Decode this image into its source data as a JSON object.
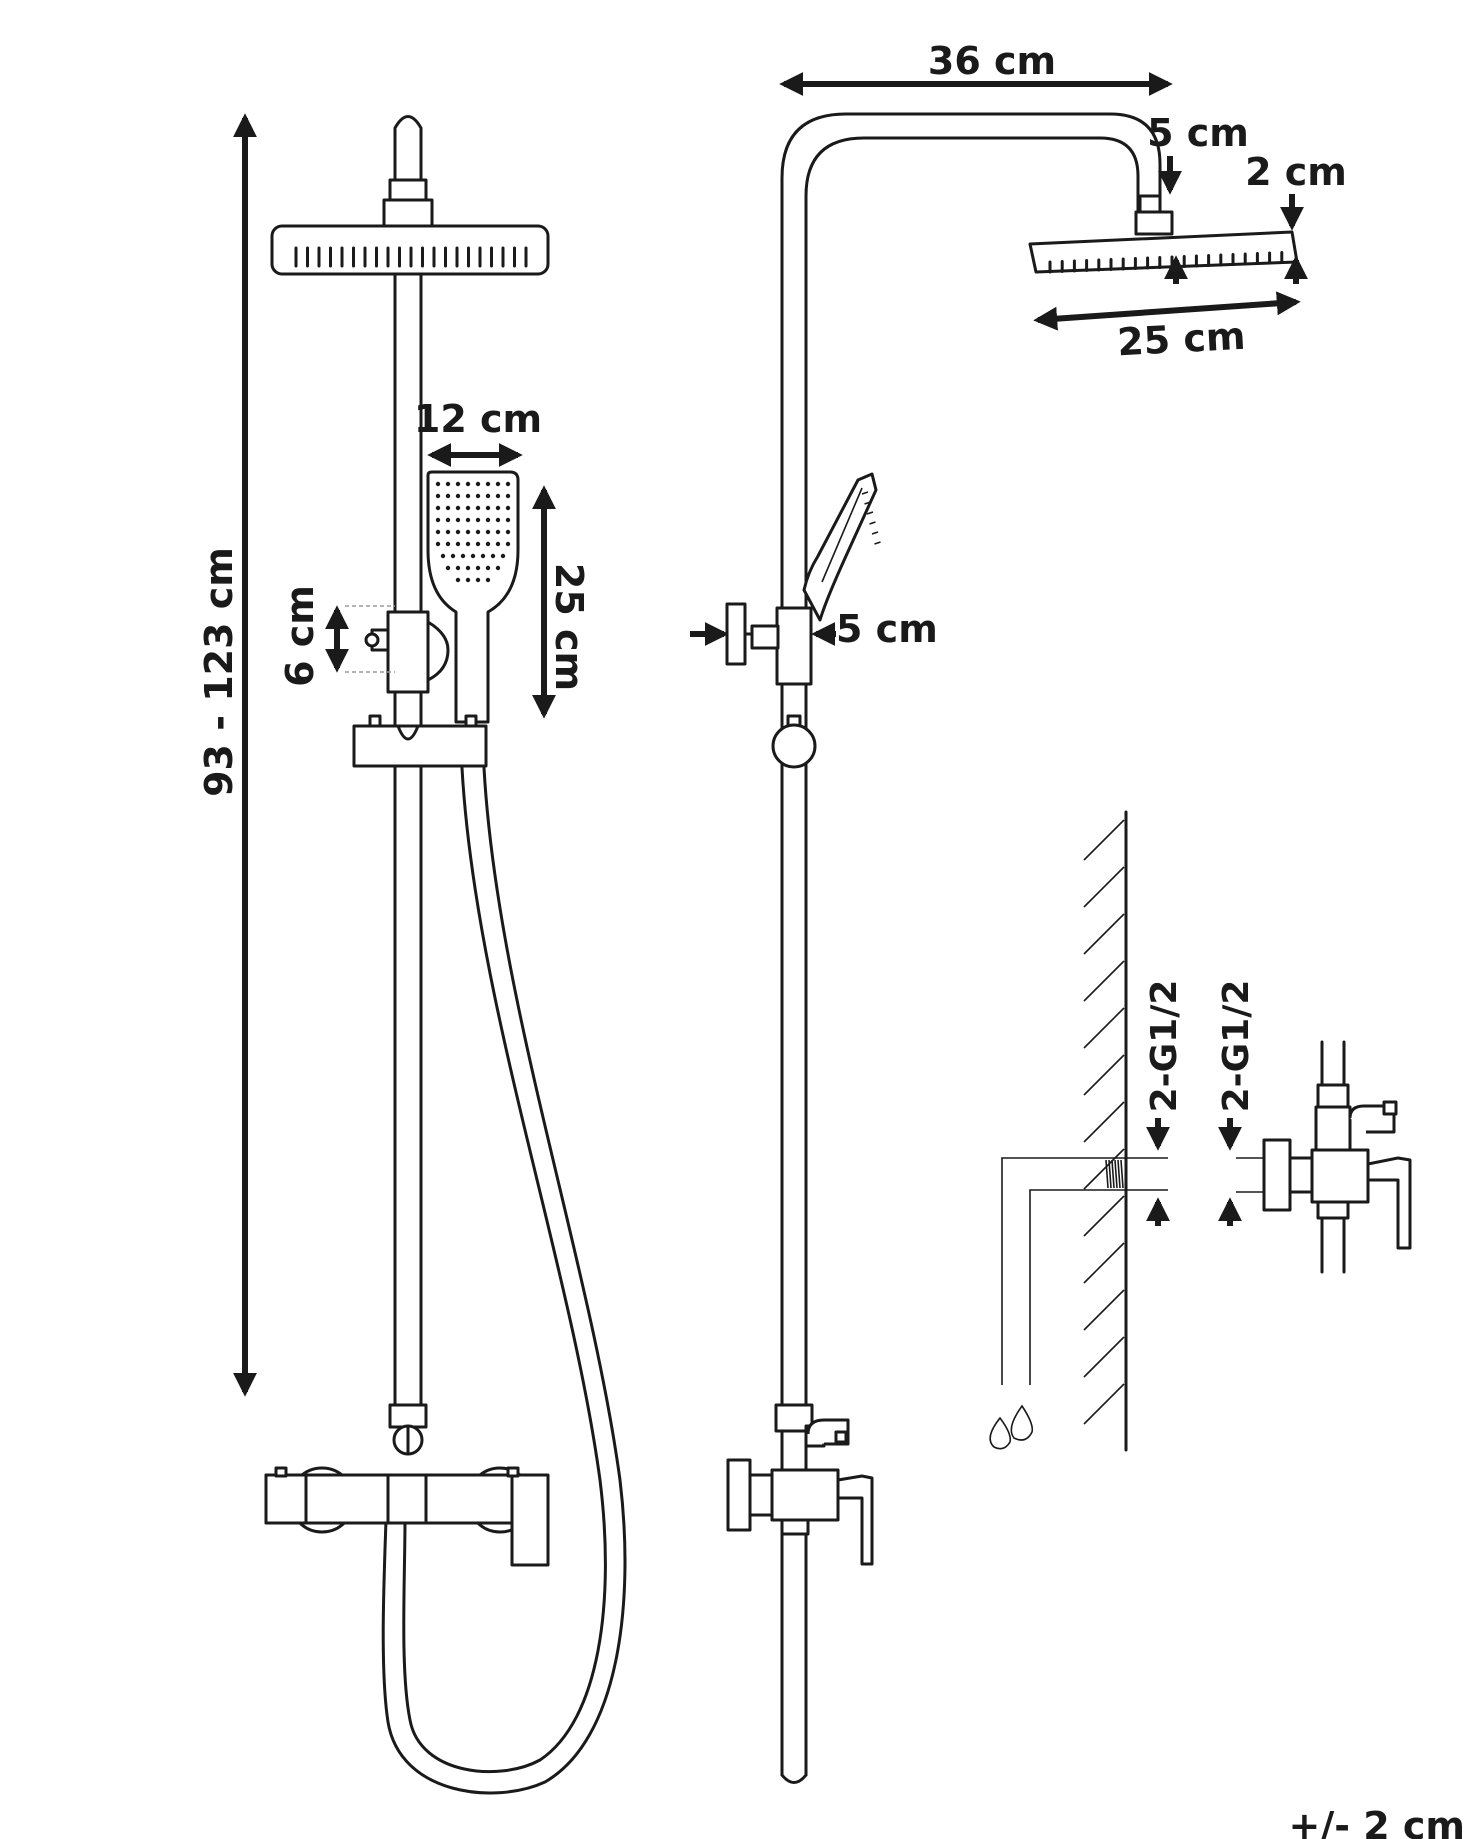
{
  "labels": {
    "total_height": "93 - 123 cm",
    "hand_shower_width": "12 cm",
    "hand_shower_length": "25 cm",
    "bracket_height": "6 cm",
    "arm_length": "36 cm",
    "head_connector": "5 cm",
    "head_thickness": "2 cm",
    "head_width": "25 cm",
    "bracket_depth": "5 cm",
    "thread_wall": "2-G1/2",
    "thread_mixer": "2-G1/2",
    "tolerance": "+/- 2 cm"
  },
  "icons": {
    "water": "water-drops-icon"
  },
  "colors": {
    "line": "#1a1a1a",
    "background": "#ffffff"
  }
}
